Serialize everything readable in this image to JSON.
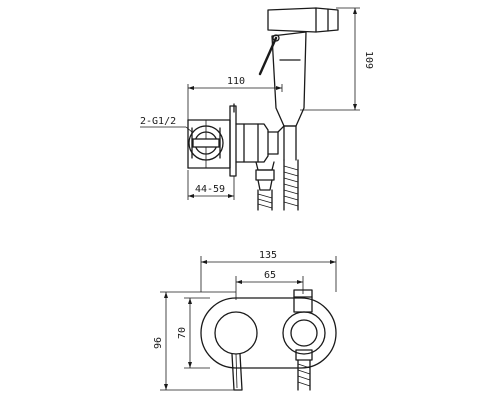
{
  "drawing": {
    "side_view": {
      "dim_width": "110",
      "dim_height": "109",
      "dim_wall_depth": "44-59",
      "thread_label": "2-G1/2"
    },
    "front_view": {
      "dim_total_width": "135",
      "dim_center_distance": "65",
      "dim_total_height": "96",
      "dim_disc_height": "70"
    },
    "colors": {
      "line": "#1a1a1a",
      "background": "#ffffff"
    }
  }
}
